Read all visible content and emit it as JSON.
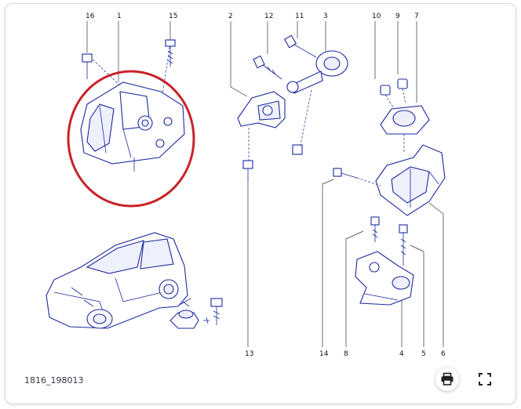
{
  "figure_code": "1816_198013",
  "labels": {
    "l1": "1",
    "l2": "2",
    "l3": "3",
    "l4": "4",
    "l5": "5",
    "l6": "6",
    "l7": "7",
    "l8": "8",
    "l9": "9",
    "l10": "10",
    "l11": "11",
    "l12": "12",
    "l13": "13",
    "l14": "14",
    "l15": "15",
    "l16": "16"
  },
  "icons": {
    "print": "printer-icon",
    "fullscreen": "fullscreen-icon"
  },
  "colors": {
    "line_art": "#1b2aa0",
    "highlight_circle": "#c8232a",
    "frame_border": "#d6d9de"
  }
}
